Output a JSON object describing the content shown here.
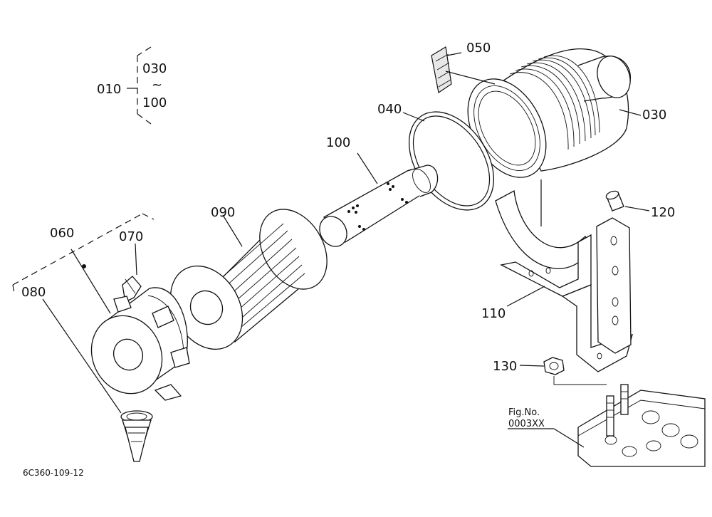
{
  "parts": {
    "p010": "010",
    "p030_range_start": "030",
    "p_range_tilde": "~",
    "p100_range_end": "100",
    "p030": "030",
    "p040": "040",
    "p050": "050",
    "p060": "060",
    "p070": "070",
    "p080": "080",
    "p090": "090",
    "p100": "100",
    "p110": "110",
    "p120": "120",
    "p130": "130"
  },
  "figure_ref": {
    "label": "Fig.No.",
    "number": "0003XX"
  },
  "drawing_code": "6C360-109-12"
}
